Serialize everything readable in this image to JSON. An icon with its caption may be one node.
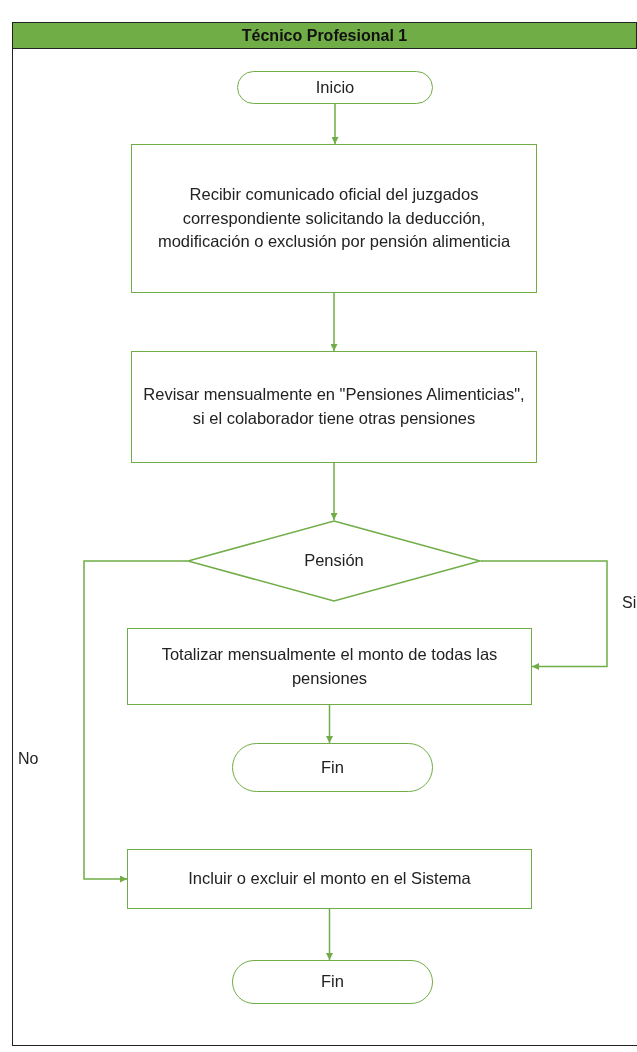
{
  "diagram": {
    "title": "Técnico Profesional 1",
    "nodes": [
      {
        "text": [
          "Inicio"
        ]
      },
      {
        "text": [
          "Recibir comunicado oficial del juzgados correspondiente solicitando la deducción, modificación o exclusión por pensión alimenticia"
        ]
      },
      {
        "text": [
          "Revisar mensualmente en \"Pensiones Alimenticias\", si el colaborador tiene otras pensiones"
        ]
      },
      {
        "text": [
          "Pensión"
        ]
      },
      {
        "text": [
          "Totalizar mensualmente el monto de todas las pensiones"
        ]
      },
      {
        "text": [
          "Fin"
        ]
      },
      {
        "text": [
          "Incluir o excluir el monto en el Sistema"
        ]
      },
      {
        "text": [
          "Fin"
        ]
      }
    ],
    "edges": [
      {
        "from": 0,
        "to": 1,
        "arrow": "to"
      },
      {
        "from": 1,
        "to": 2,
        "arrow": "to"
      },
      {
        "from": 2,
        "to": 3,
        "arrow": "to"
      },
      {
        "from": 3,
        "to": 4,
        "arrow": "to",
        "label": "Si"
      },
      {
        "from": 4,
        "to": 5,
        "arrow": "to"
      },
      {
        "from": 3,
        "to": 6,
        "arrow": "to",
        "label": "No"
      },
      {
        "from": 6,
        "to": 7,
        "arrow": "to"
      }
    ]
  }
}
